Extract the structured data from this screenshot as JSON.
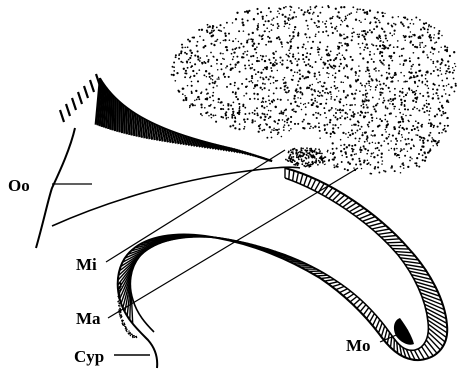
{
  "labels": {
    "oo": "Oo",
    "mi": "Mi",
    "ma": "Ma",
    "cyp": "Cyp",
    "mo": "Mo"
  },
  "colors": {
    "ink": "#000000",
    "paper": "#ffffff"
  }
}
